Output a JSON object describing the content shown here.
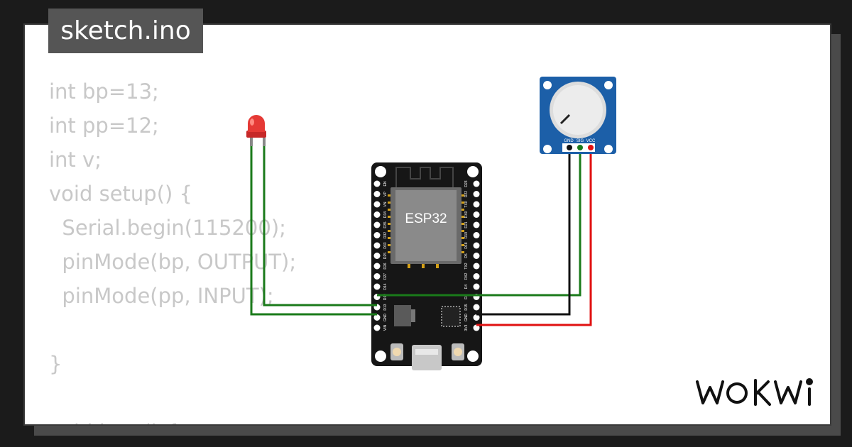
{
  "file_tab": {
    "label": "sketch.ino"
  },
  "code_lines": [
    "int bp=13;",
    "int pp=12;",
    "int v;",
    "void setup() {",
    "  Serial.begin(115200);",
    "  pinMode(bp, OUTPUT);",
    "  pinMode(pp, INPUT);",
    "",
    "}",
    "",
    "void loop() {"
  ],
  "esp32": {
    "label": "ESP32",
    "left_pins": [
      "EN",
      "VP",
      "VN",
      "D34",
      "D35",
      "D32",
      "D33",
      "D25",
      "D26",
      "D27",
      "D14",
      "D12",
      "D13",
      "GND",
      "VIN"
    ],
    "right_pins": [
      "D23",
      "D22",
      "TX0",
      "RX0",
      "D21",
      "D19",
      "D18",
      "D5",
      "TX2",
      "RX2",
      "D4",
      "D2",
      "D15",
      "GND",
      "3V3"
    ]
  },
  "potentiometer": {
    "pins": [
      "GND",
      "SIG",
      "VCC"
    ]
  },
  "brand": {
    "logo_text": "WOKWI"
  },
  "colors": {
    "wire_green": "#1a7a1a",
    "wire_red": "#e01010",
    "wire_black": "#111111",
    "pot_board": "#1c5fa8",
    "led_red": "#e53935",
    "background": "#1b1b1b"
  }
}
